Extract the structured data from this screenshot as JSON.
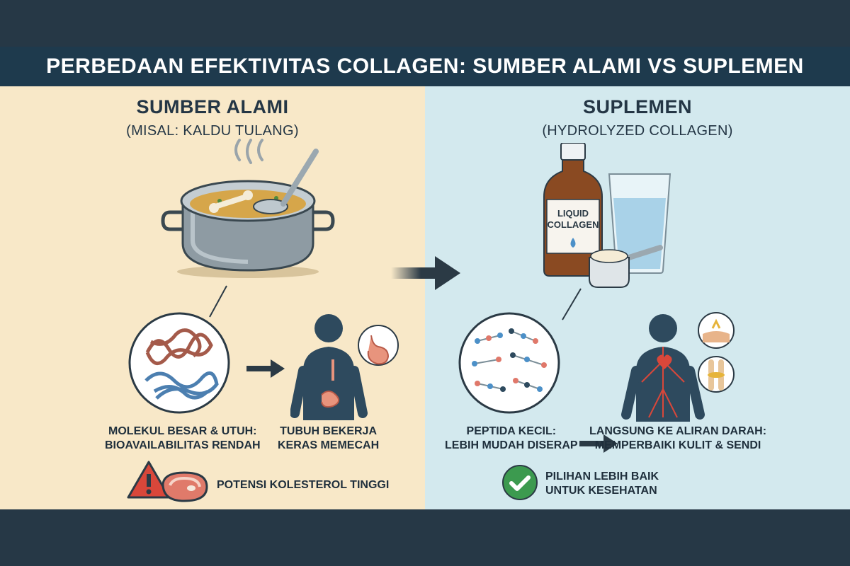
{
  "title": "PERBEDAAN EFEKTIVITAS COLLAGEN: SUMBER ALAMI VS SUPLEMEN",
  "left": {
    "heading": "SUMBER ALAMI",
    "subheading": "(MISAL: KALDU TULANG)",
    "caption_molecule": [
      "MOLEKUL BESAR & UTUH:",
      "BIOAVAILABILITAS RENDAH"
    ],
    "caption_body": [
      "TUBUH BEKERJA",
      "KERAS MEMECAH"
    ],
    "warning": "POTENSI KOLESTEROL TINGGI"
  },
  "right": {
    "heading": "SUPLEMEN",
    "subheading": "(HYDROLYZED COLLAGEN)",
    "bottle_label": [
      "LIQUID",
      "COLLAGEN"
    ],
    "caption_molecule": [
      "PEPTIDA KECIL:",
      "LEBIH MUDAH DISERAP"
    ],
    "caption_body": [
      "LANGSUNG KE ALIRAN DARAH:",
      "MEMPERBAIKI KULIT & SENDI"
    ],
    "benefit": [
      "PILIHAN LEBIH BAIK",
      "UNTUK KESEHATAN"
    ]
  },
  "colors": {
    "left_bg": "#f8e8c8",
    "right_bg": "#d3e9ee",
    "title_bg": "#1e3a4d",
    "warning_red": "#d9473a",
    "check_green": "#3c9a4f"
  },
  "icons": [
    "soup-pot-icon",
    "collagen-fiber-icon",
    "stomach-icon",
    "bottle-icon",
    "water-glass-icon",
    "peptide-chain-icon",
    "blood-vessel-icon",
    "skin-icon",
    "joint-icon",
    "warning-icon",
    "meat-icon",
    "check-icon",
    "arrow-right-icon"
  ]
}
